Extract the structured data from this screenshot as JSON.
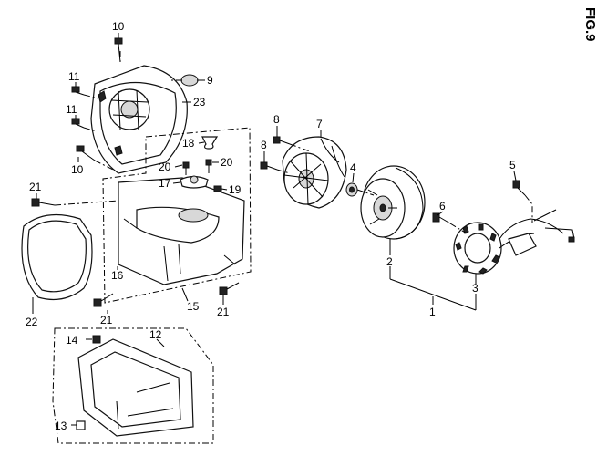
{
  "figure": {
    "title": "FIG.9"
  },
  "callouts": [
    {
      "id": "c10a",
      "text": "10"
    },
    {
      "id": "c9",
      "text": "9"
    },
    {
      "id": "c23",
      "text": "23"
    },
    {
      "id": "c11a",
      "text": "11"
    },
    {
      "id": "c11b",
      "text": "11"
    },
    {
      "id": "c10b",
      "text": "10"
    },
    {
      "id": "c18",
      "text": "18"
    },
    {
      "id": "c20a",
      "text": "20"
    },
    {
      "id": "c20b",
      "text": "20"
    },
    {
      "id": "c17",
      "text": "17"
    },
    {
      "id": "c19",
      "text": "19"
    },
    {
      "id": "c21a",
      "text": "21"
    },
    {
      "id": "c16",
      "text": "16"
    },
    {
      "id": "c15",
      "text": "15"
    },
    {
      "id": "c21b",
      "text": "21"
    },
    {
      "id": "c21c",
      "text": "21"
    },
    {
      "id": "c22",
      "text": "22"
    },
    {
      "id": "c12",
      "text": "12"
    },
    {
      "id": "c14",
      "text": "14"
    },
    {
      "id": "c13",
      "text": "13"
    },
    {
      "id": "c8a",
      "text": "8"
    },
    {
      "id": "c8b",
      "text": "8"
    },
    {
      "id": "c7",
      "text": "7"
    },
    {
      "id": "c4",
      "text": "4"
    },
    {
      "id": "c6",
      "text": "6"
    },
    {
      "id": "c5",
      "text": "5"
    },
    {
      "id": "c2",
      "text": "2"
    },
    {
      "id": "c3",
      "text": "3"
    },
    {
      "id": "c1",
      "text": "1"
    }
  ]
}
